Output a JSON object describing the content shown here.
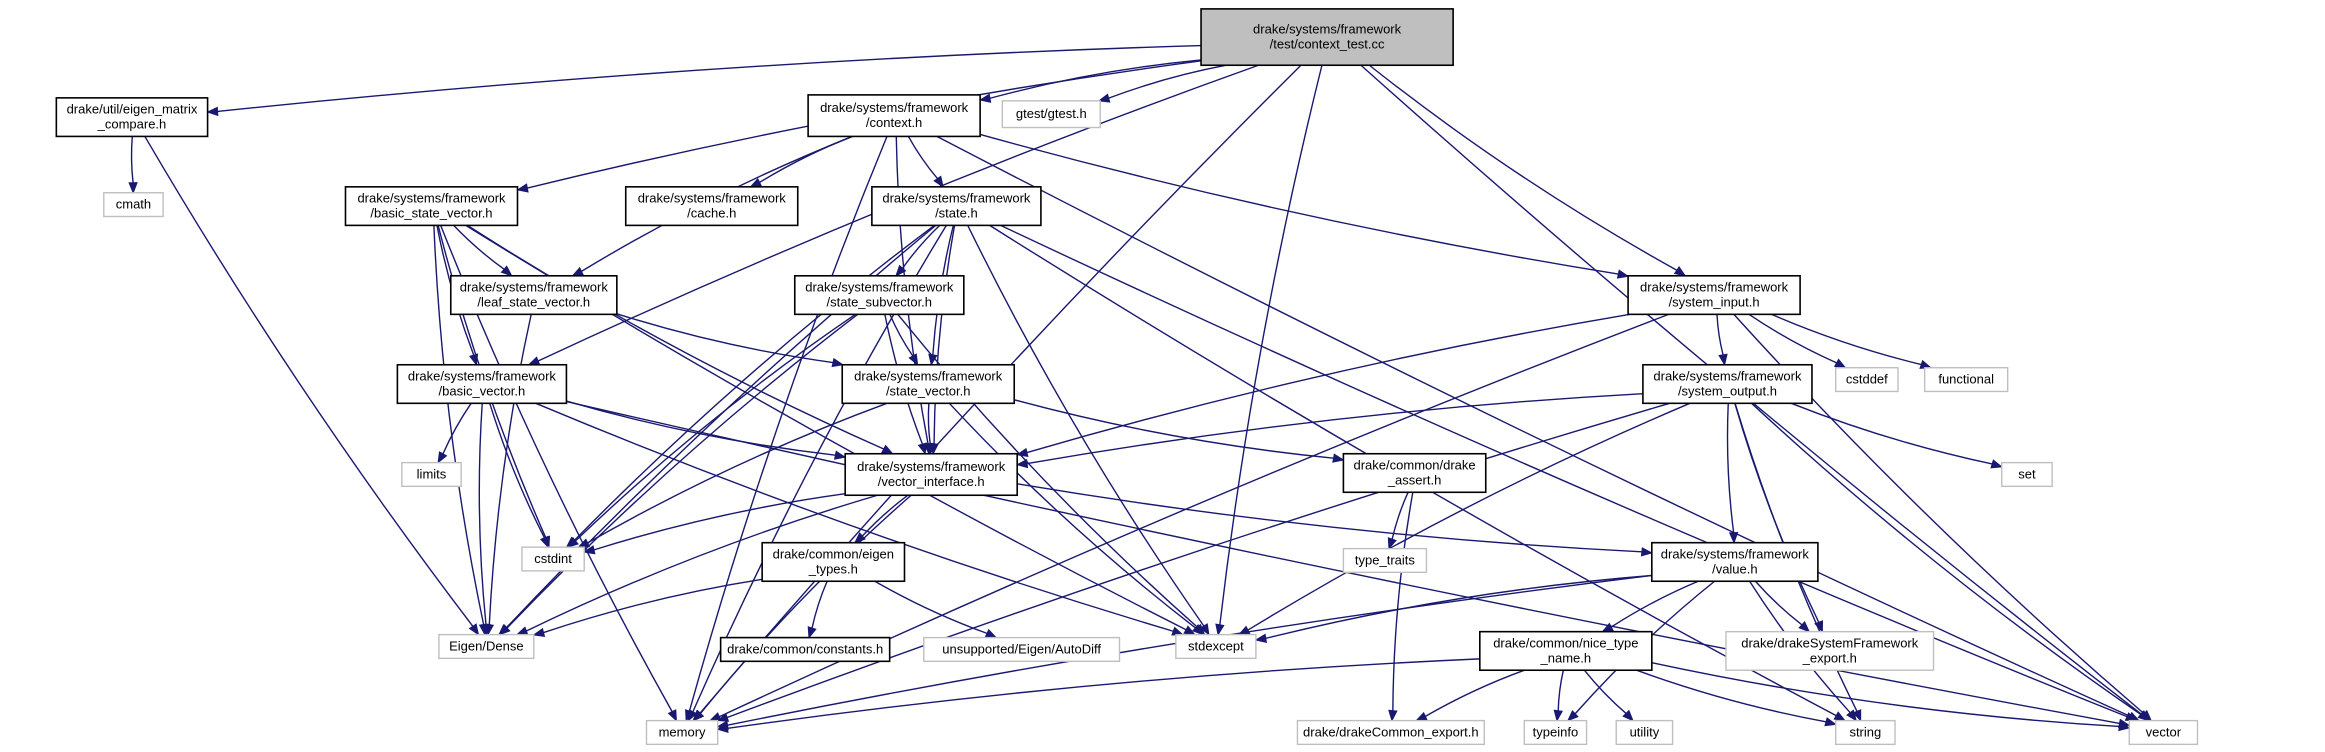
{
  "diagram": {
    "type": "include-dependency-graph",
    "colors": {
      "edge": "#191970",
      "root_fill": "#bfbfbf",
      "local_border": "#000000",
      "external_border": "#bfbfbf"
    },
    "nodes": [
      {
        "id": "ctx_test",
        "lines": [
          "drake/systems/framework",
          "/test/context_test.cc"
        ],
        "kind": "root"
      },
      {
        "id": "eigen_cmp",
        "lines": [
          "drake/util/eigen_matrix",
          "_compare.h"
        ],
        "kind": "local"
      },
      {
        "id": "context",
        "lines": [
          "drake/systems/framework",
          "/context.h"
        ],
        "kind": "local"
      },
      {
        "id": "gtest",
        "lines": [
          "gtest/gtest.h"
        ],
        "kind": "external"
      },
      {
        "id": "cmath",
        "lines": [
          "cmath"
        ],
        "kind": "external"
      },
      {
        "id": "bsv",
        "lines": [
          "drake/systems/framework",
          "/basic_state_vector.h"
        ],
        "kind": "local"
      },
      {
        "id": "cache",
        "lines": [
          "drake/systems/framework",
          "/cache.h"
        ],
        "kind": "local"
      },
      {
        "id": "state",
        "lines": [
          "drake/systems/framework",
          "/state.h"
        ],
        "kind": "local"
      },
      {
        "id": "lsv",
        "lines": [
          "drake/systems/framework",
          "/leaf_state_vector.h"
        ],
        "kind": "local"
      },
      {
        "id": "ssub",
        "lines": [
          "drake/systems/framework",
          "/state_subvector.h"
        ],
        "kind": "local"
      },
      {
        "id": "sysin",
        "lines": [
          "drake/systems/framework",
          "/system_input.h"
        ],
        "kind": "local"
      },
      {
        "id": "bv",
        "lines": [
          "drake/systems/framework",
          "/basic_vector.h"
        ],
        "kind": "local"
      },
      {
        "id": "sv",
        "lines": [
          "drake/systems/framework",
          "/state_vector.h"
        ],
        "kind": "local"
      },
      {
        "id": "cstddef",
        "lines": [
          "cstddef"
        ],
        "kind": "external"
      },
      {
        "id": "functional",
        "lines": [
          "functional"
        ],
        "kind": "external"
      },
      {
        "id": "sysout",
        "lines": [
          "drake/systems/framework",
          "/system_output.h"
        ],
        "kind": "local"
      },
      {
        "id": "limits",
        "lines": [
          "limits"
        ],
        "kind": "external"
      },
      {
        "id": "vi",
        "lines": [
          "drake/systems/framework",
          "/vector_interface.h"
        ],
        "kind": "local"
      },
      {
        "id": "dassert",
        "lines": [
          "drake/common/drake",
          "_assert.h"
        ],
        "kind": "local"
      },
      {
        "id": "set",
        "lines": [
          "set"
        ],
        "kind": "external"
      },
      {
        "id": "cstdint",
        "lines": [
          "cstdint"
        ],
        "kind": "external"
      },
      {
        "id": "etypes",
        "lines": [
          "drake/common/eigen",
          "_types.h"
        ],
        "kind": "local"
      },
      {
        "id": "ttraits",
        "lines": [
          "type_traits"
        ],
        "kind": "external"
      },
      {
        "id": "value",
        "lines": [
          "drake/systems/framework",
          "/value.h"
        ],
        "kind": "local"
      },
      {
        "id": "eigen",
        "lines": [
          "Eigen/Dense"
        ],
        "kind": "external"
      },
      {
        "id": "consts",
        "lines": [
          "drake/common/constants.h"
        ],
        "kind": "local"
      },
      {
        "id": "autodiff",
        "lines": [
          "unsupported/Eigen/AutoDiff"
        ],
        "kind": "external"
      },
      {
        "id": "stdexcept",
        "lines": [
          "stdexcept"
        ],
        "kind": "external"
      },
      {
        "id": "nicetype",
        "lines": [
          "drake/common/nice_type",
          "_name.h"
        ],
        "kind": "local"
      },
      {
        "id": "dsfexport",
        "lines": [
          "drake/drakeSystemFramework",
          "_export.h"
        ],
        "kind": "external"
      },
      {
        "id": "memory",
        "lines": [
          "memory"
        ],
        "kind": "external"
      },
      {
        "id": "dcexport",
        "lines": [
          "drake/drakeCommon_export.h"
        ],
        "kind": "external"
      },
      {
        "id": "typeinfo",
        "lines": [
          "typeinfo"
        ],
        "kind": "external"
      },
      {
        "id": "utility",
        "lines": [
          "utility"
        ],
        "kind": "external"
      },
      {
        "id": "string",
        "lines": [
          "string"
        ],
        "kind": "external"
      },
      {
        "id": "vector",
        "lines": [
          "vector"
        ],
        "kind": "external"
      }
    ],
    "edges": [
      [
        "ctx_test",
        "memory"
      ],
      [
        "ctx_test",
        "eigen_cmp"
      ],
      [
        "ctx_test",
        "bv"
      ],
      [
        "ctx_test",
        "bsv"
      ],
      [
        "ctx_test",
        "context"
      ],
      [
        "ctx_test",
        "gtest"
      ],
      [
        "ctx_test",
        "stdexcept"
      ],
      [
        "ctx_test",
        "sysin"
      ],
      [
        "ctx_test",
        "vector"
      ],
      [
        "eigen_cmp",
        "cmath"
      ],
      [
        "eigen_cmp",
        "eigen"
      ],
      [
        "context",
        "memory"
      ],
      [
        "context",
        "cache"
      ],
      [
        "context",
        "state"
      ],
      [
        "context",
        "lsv"
      ],
      [
        "context",
        "vi"
      ],
      [
        "context",
        "sysin"
      ],
      [
        "context",
        "vector"
      ],
      [
        "bsv",
        "bv"
      ],
      [
        "bsv",
        "lsv"
      ],
      [
        "bsv",
        "vi"
      ],
      [
        "bsv",
        "cstdint"
      ],
      [
        "bsv",
        "eigen"
      ],
      [
        "bsv",
        "memory"
      ],
      [
        "bsv",
        "stdexcept"
      ],
      [
        "state",
        "ssub"
      ],
      [
        "state",
        "sv"
      ],
      [
        "state",
        "vi"
      ],
      [
        "state",
        "cstdint"
      ],
      [
        "state",
        "memory"
      ],
      [
        "state",
        "stdexcept"
      ],
      [
        "state",
        "string"
      ],
      [
        "state",
        "vector"
      ],
      [
        "state",
        "eigen"
      ],
      [
        "lsv",
        "sv"
      ],
      [
        "lsv",
        "eigen"
      ],
      [
        "ssub",
        "sv"
      ],
      [
        "ssub",
        "vi"
      ],
      [
        "ssub",
        "cstdint"
      ],
      [
        "ssub",
        "stdexcept"
      ],
      [
        "ssub",
        "eigen"
      ],
      [
        "sysin",
        "sysout"
      ],
      [
        "sysin",
        "vi"
      ],
      [
        "sysin",
        "cstddef"
      ],
      [
        "sysin",
        "functional"
      ],
      [
        "sysin",
        "memory"
      ],
      [
        "sysin",
        "vector"
      ],
      [
        "bv",
        "vi"
      ],
      [
        "bv",
        "limits"
      ],
      [
        "bv",
        "cstdint"
      ],
      [
        "bv",
        "eigen"
      ],
      [
        "bv",
        "stdexcept"
      ],
      [
        "bv",
        "vector"
      ],
      [
        "sv",
        "vi"
      ],
      [
        "sv",
        "dassert"
      ],
      [
        "sv",
        "cstdint"
      ],
      [
        "sv",
        "stdexcept"
      ],
      [
        "sysout",
        "vi"
      ],
      [
        "sysout",
        "value"
      ],
      [
        "sysout",
        "set"
      ],
      [
        "sysout",
        "stdexcept"
      ],
      [
        "sysout",
        "memory"
      ],
      [
        "sysout",
        "string"
      ],
      [
        "sysout",
        "vector"
      ],
      [
        "sysout",
        "dsfexport"
      ],
      [
        "vi",
        "etypes"
      ],
      [
        "vi",
        "cstdint"
      ],
      [
        "vi",
        "eigen"
      ],
      [
        "vi",
        "memory"
      ],
      [
        "vi",
        "value"
      ],
      [
        "dassert",
        "ttraits"
      ],
      [
        "dassert",
        "dcexport"
      ],
      [
        "etypes",
        "eigen"
      ],
      [
        "etypes",
        "consts"
      ],
      [
        "etypes",
        "autodiff"
      ],
      [
        "value",
        "nicetype"
      ],
      [
        "value",
        "stdexcept"
      ],
      [
        "value",
        "memory"
      ],
      [
        "value",
        "typeinfo"
      ],
      [
        "value",
        "string"
      ],
      [
        "value",
        "dsfexport"
      ],
      [
        "nicetype",
        "dcexport"
      ],
      [
        "nicetype",
        "memory"
      ],
      [
        "nicetype",
        "typeinfo"
      ],
      [
        "nicetype",
        "utility"
      ],
      [
        "nicetype",
        "string"
      ],
      [
        "nicetype",
        "vector"
      ]
    ]
  }
}
